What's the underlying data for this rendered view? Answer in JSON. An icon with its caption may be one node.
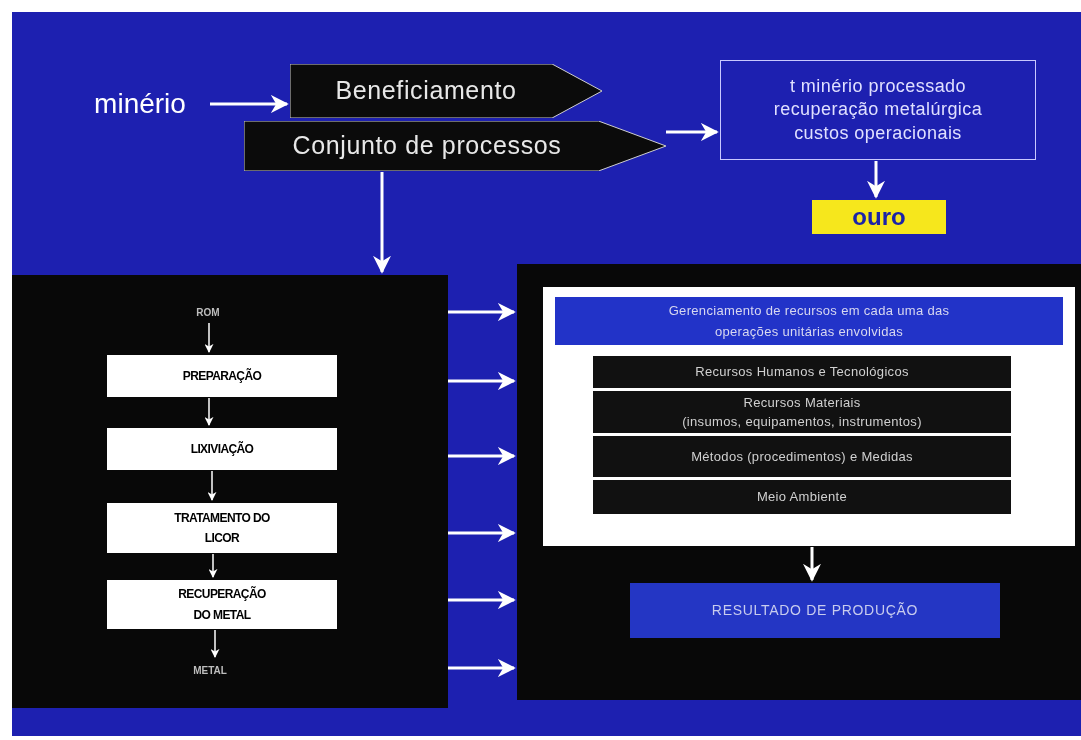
{
  "diagram": {
    "nodes": [
      {
        "text": [
          "minério"
        ]
      },
      {
        "text": [
          "Beneficiamento"
        ]
      },
      {
        "text": [
          "Conjunto de processos"
        ]
      },
      {
        "text": [
          "t minério processado",
          "recuperação metalúrgica",
          "custos operacionais"
        ]
      },
      {
        "text": [
          "ouro"
        ]
      },
      {
        "text": [],
        "shape": "box"
      },
      {
        "text": [
          "ROM"
        ],
        "in": 5
      },
      {
        "text": [
          "PREPARAÇÃO"
        ],
        "in": 5
      },
      {
        "text": [
          "LIXIVIAÇÃO"
        ],
        "in": 5
      },
      {
        "text": [
          "TRATAMENTO DO LICOR"
        ],
        "in": 5
      },
      {
        "text": [
          "RECUPERAÇÃO DO METAL"
        ],
        "in": 5
      },
      {
        "text": [
          "METAL"
        ],
        "in": 5
      },
      {
        "text": [],
        "shape": "box"
      },
      {
        "text": [],
        "shape": "box",
        "in": 12
      },
      {
        "text": [
          "Gerenciamento de recursos em cada uma das operações unitárias envolvidas"
        ],
        "in": 13
      },
      {
        "text": [
          "Recursos Humanos e Tecnológicos"
        ],
        "in": 13
      },
      {
        "text": [
          "Recursos Materiais",
          "(insumos, equipamentos, instrumentos)"
        ],
        "in": 13
      },
      {
        "text": [
          "Métodos (procedimentos) e Medidas"
        ],
        "in": 13
      },
      {
        "text": [
          "Meio Ambiente"
        ],
        "in": 13
      },
      {
        "text": [
          "RESULTADO DE PRODUÇÃO"
        ],
        "in": 12
      }
    ],
    "edges": [
      {
        "from": 0,
        "to": 1,
        "arrow": "to"
      },
      {
        "from": 2,
        "to": 3,
        "arrow": "to"
      },
      {
        "from": 3,
        "to": 4,
        "arrow": "to"
      },
      {
        "from": 2,
        "to": 5,
        "arrow": "to"
      },
      {
        "from": 6,
        "to": 7,
        "arrow": "to"
      },
      {
        "from": 7,
        "to": 8,
        "arrow": "to"
      },
      {
        "from": 8,
        "to": 9,
        "arrow": "to"
      },
      {
        "from": 9,
        "to": 10,
        "arrow": "to"
      },
      {
        "from": 10,
        "to": 11,
        "arrow": "to"
      },
      {
        "from": 5,
        "to": 12,
        "arrow": "to"
      },
      {
        "from": 5,
        "to": 12,
        "arrow": "to"
      },
      {
        "from": 5,
        "to": 12,
        "arrow": "to"
      },
      {
        "from": 5,
        "to": 12,
        "arrow": "to"
      },
      {
        "from": 5,
        "to": 12,
        "arrow": "to"
      },
      {
        "from": 5,
        "to": 12,
        "arrow": "to"
      },
      {
        "from": 13,
        "to": 19,
        "arrow": "to"
      }
    ]
  }
}
